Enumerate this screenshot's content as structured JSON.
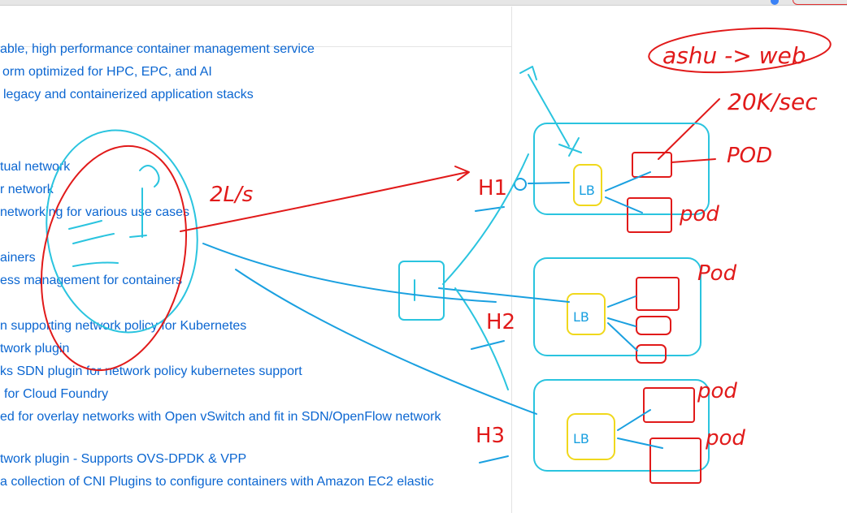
{
  "document": {
    "lines": [
      "able, high performance container management service",
      "orm optimized for HPC, EPC, and AI",
      "legacy and containerized application stacks",
      "tual network",
      "r network",
      "networking for various use cases",
      "ainers",
      "ess management for containers",
      "n supporting network policy for Kubernetes",
      "twork plugin",
      "ks SDN plugin for network policy kubernetes support",
      "for Cloud Foundry",
      "ed for overlay networks with Open vSwitch and fit in SDN/OpenFlow network",
      "twork plugin - Supports OVS-DPDK & VPP",
      "a collection of CNI Plugins to configure containers with Amazon EC2 elastic"
    ]
  },
  "annotations": {
    "colors": {
      "red": "#e11a1a",
      "cyan": "#2ac4df",
      "blue": "#1aa0e0",
      "yellow": "#f0d81c",
      "link": "#0b66d1"
    },
    "texts": {
      "ashu": "ashu -> web",
      "rate_top": "20K/sec",
      "rate_left": "2L/s",
      "pod_1": "POD",
      "pod_2": "pod",
      "pod_3": "Pod",
      "pod_4": "pod",
      "pod_5": "pod",
      "host_1": "H1",
      "host_2": "H2",
      "host_3": "H3",
      "lb": "LB"
    }
  }
}
